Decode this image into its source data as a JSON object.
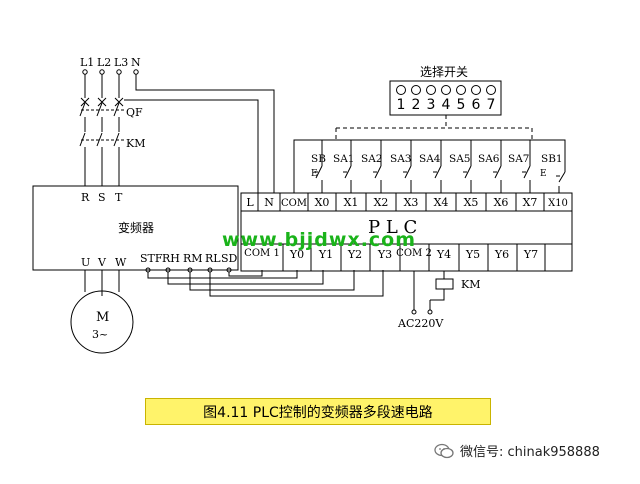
{
  "lines": [
    "L1",
    "L2",
    "L3",
    "N"
  ],
  "qf_label": "QF",
  "km_label_top": "KM",
  "selector": {
    "title": "选择开关",
    "positions": [
      "1",
      "2",
      "3",
      "4",
      "5",
      "6",
      "7"
    ]
  },
  "switches": [
    "SB",
    "SA1",
    "SA2",
    "SA3",
    "SA4",
    "SA5",
    "SA6",
    "SA7",
    "SB1"
  ],
  "inverter": {
    "title": "变频器",
    "inputs": [
      "R",
      "S",
      "T"
    ],
    "outputs": [
      "U",
      "V",
      "W"
    ],
    "control": [
      "STF",
      "RH",
      "RM",
      "RL",
      "SD"
    ]
  },
  "motor": {
    "label": "M",
    "phase": "3~"
  },
  "plc": {
    "name": "P L C",
    "top_row": [
      "L",
      "N",
      "COM",
      "X0",
      "X1",
      "X2",
      "X3",
      "X4",
      "X5",
      "X6",
      "X7",
      "X10"
    ],
    "bottom_row": [
      "COM 1",
      "Y0",
      "Y1",
      "Y2",
      "Y3",
      "COM 2",
      "Y4",
      "Y5",
      "Y6",
      "Y7"
    ]
  },
  "relay_label": "KM",
  "supply_label": "AC220V",
  "watermark": "www.bjjdwx.com",
  "caption": "图4.11 PLC控制的变频器多段速电路",
  "wechat_text": "微信号: chinak958888"
}
